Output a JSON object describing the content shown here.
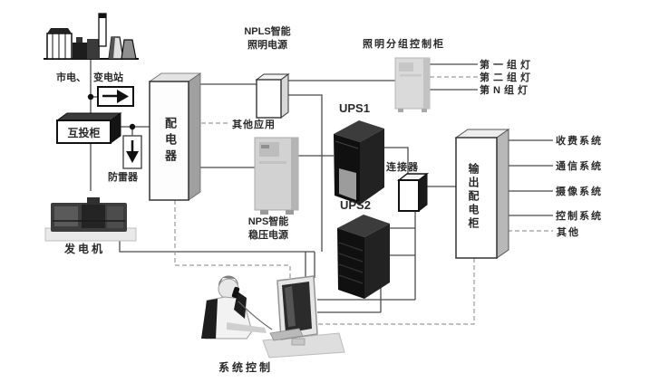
{
  "colors": {
    "solid_line": "#4a4a4a",
    "dashed_line": "#9a9a9a",
    "tower_black": "#141414",
    "cabinet_gray": "#d6d6d6"
  },
  "plant": {
    "city_power": "市电、",
    "substation": "变电站"
  },
  "left_chain": {
    "transfer_cabinet": "互投柜",
    "lightning_arrester": "防雷器",
    "generator": "发电机"
  },
  "distributor": {
    "label": "配电器"
  },
  "npls": {
    "line1": "NPLS智能",
    "line2": "照明电源"
  },
  "other_apps": {
    "label": "其他应用"
  },
  "nps": {
    "line1": "NPS智能",
    "line2": "稳压电源"
  },
  "lighting": {
    "cabinet": "照明分组控制柜",
    "groups": [
      "第一组灯",
      "第二组灯",
      "第N组灯"
    ]
  },
  "ups": {
    "ups1": "UPS1",
    "ups2": "UPS2"
  },
  "connector": {
    "label": "连接器"
  },
  "output_cabinet": {
    "label": "输出配电柜",
    "systems": [
      "收费系统",
      "通信系统",
      "摄像系统",
      "控制系统",
      "其他"
    ]
  },
  "system_control": {
    "label": "系统控制"
  }
}
